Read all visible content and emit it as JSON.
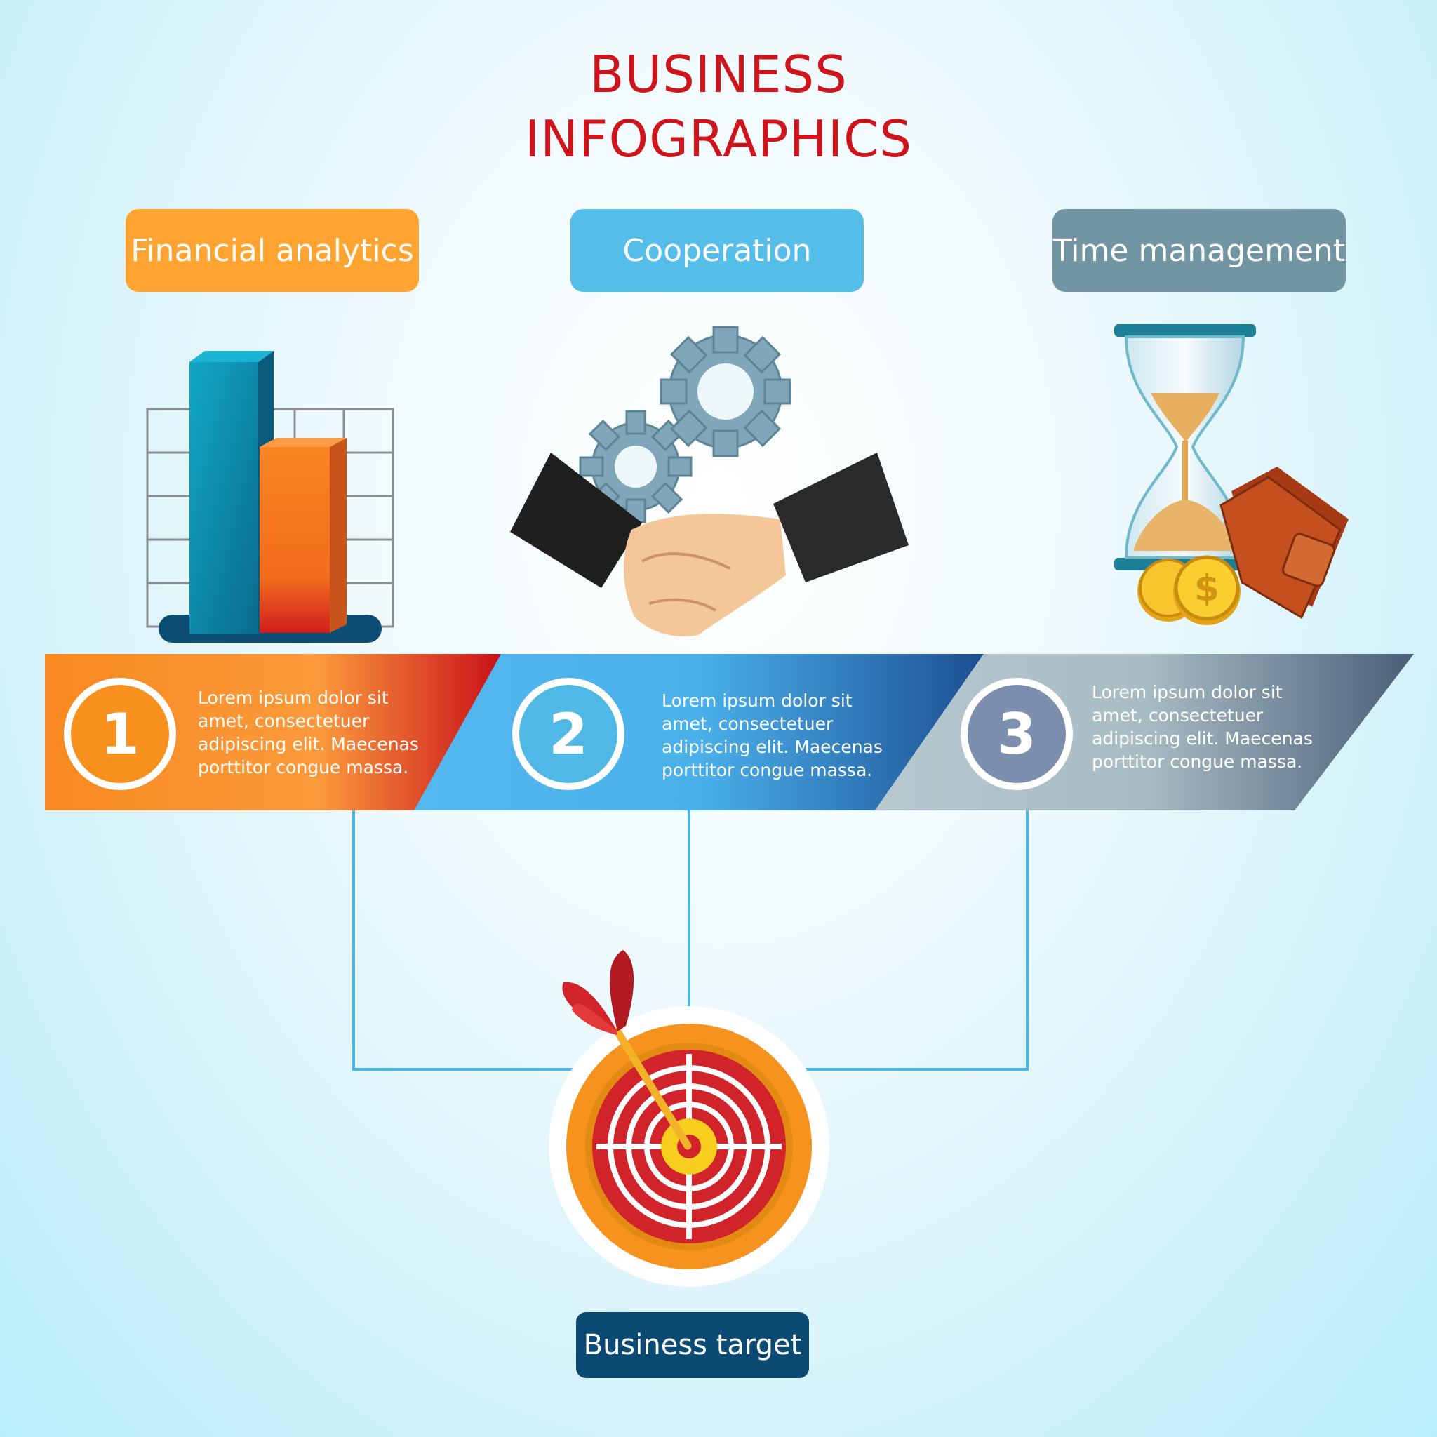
{
  "title": {
    "line1": "BUSINESS",
    "line2": "INFOGRAPHICS"
  },
  "categories": [
    {
      "label": "Financial analytics",
      "color": "#ffa430",
      "icon": "bar-chart-icon"
    },
    {
      "label": "Cooperation",
      "color": "#54bde8",
      "icon": "handshake-gears-icon"
    },
    {
      "label": "Time management",
      "color": "#7195a2",
      "icon": "hourglass-wallet-coins-icon"
    }
  ],
  "steps": [
    {
      "number": "1",
      "text": "Lorem ipsum dolor sit amet, consectetuer adipiscing elit. Maecenas porttitor congue massa.",
      "color": "#f7901c"
    },
    {
      "number": "2",
      "text": "Lorem ipsum dolor sit amet, consectetuer adipiscing elit. Maecenas porttitor congue massa.",
      "color": "#4fb8e6"
    },
    {
      "number": "3",
      "text": "Lorem ipsum dolor sit amet, consectetuer adipiscing elit. Maecenas porttitor congue massa.",
      "color": "#7d8fae"
    }
  ],
  "target": {
    "label": "Business target",
    "icon": "dartboard-target-icon",
    "color": "#0b4a73"
  }
}
